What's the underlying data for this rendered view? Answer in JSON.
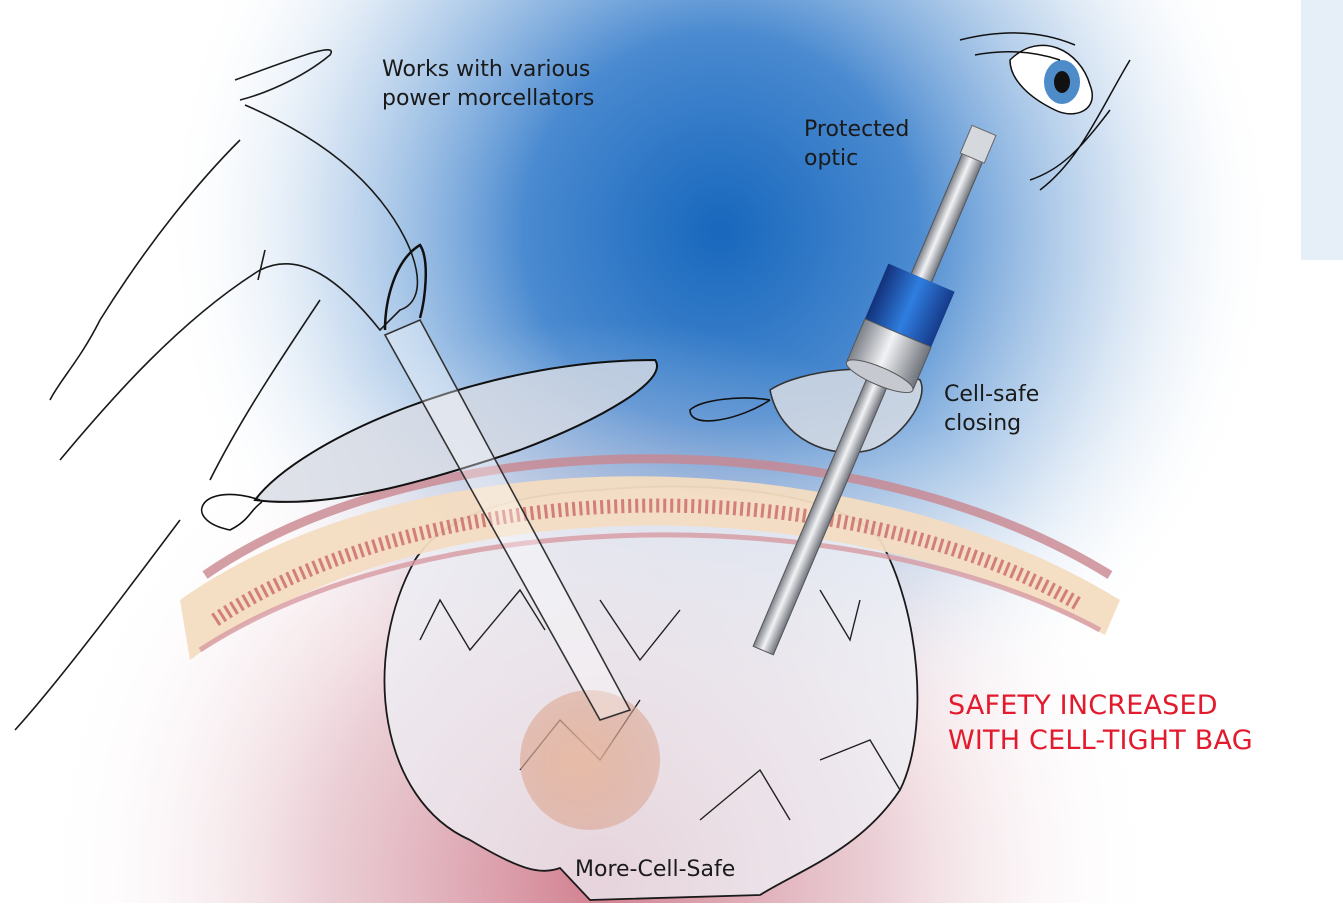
{
  "labels": {
    "morcellators": [
      "Works with various",
      "power morcellators"
    ],
    "optic": [
      "Protected",
      "optic"
    ],
    "closing": [
      "Cell-safe",
      "closing"
    ],
    "bag": "More-Cell-Safe"
  },
  "headline": {
    "lines": [
      "SAFETY INCREASED",
      "WITH CELL-TIGHT BAG"
    ],
    "color": "#e3192d"
  },
  "colors": {
    "background_glow": "#1f6fc4",
    "bottom_glow": "#c96a7a",
    "tissue": "#f2dcbf",
    "tissue_vessels": "#b52a32",
    "optic_band": "#1e4fae",
    "bag": "#eceef4"
  },
  "icons": [
    "eye-icon"
  ]
}
